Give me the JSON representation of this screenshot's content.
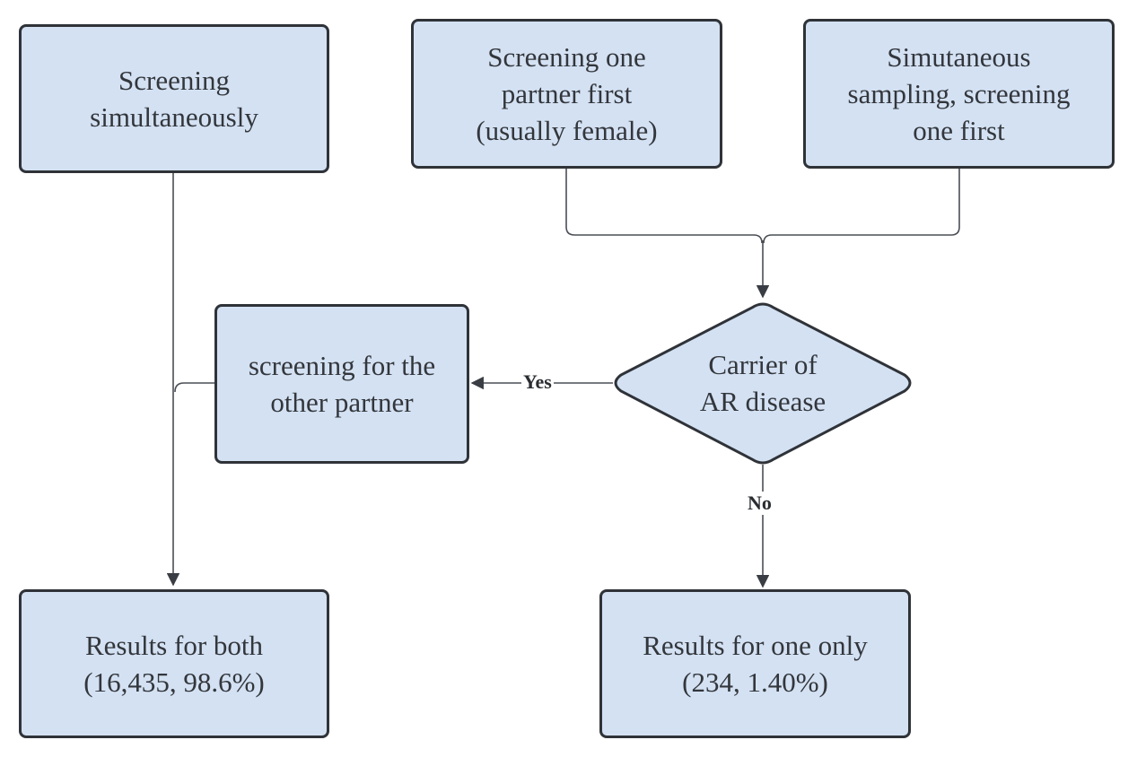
{
  "nodes": {
    "screening_simultaneously": "Screening\nsimultaneously",
    "screening_one_partner_first": "Screening one\npartner first\n(usually female)",
    "simultaneous_sampling": "Simutaneous\nsampling, screening\none first",
    "carrier_decision": "Carrier of\nAR disease",
    "screening_other_partner": "screening for the\nother partner",
    "results_both": "Results for both\n(16,435, 98.6%)",
    "results_one": "Results for one only\n(234, 1.40%)"
  },
  "edge_labels": {
    "yes": "Yes",
    "no": "No"
  },
  "colors": {
    "node_fill": "#d3e1f3",
    "node_border": "#2f3338",
    "connector": "#4a4e54"
  }
}
